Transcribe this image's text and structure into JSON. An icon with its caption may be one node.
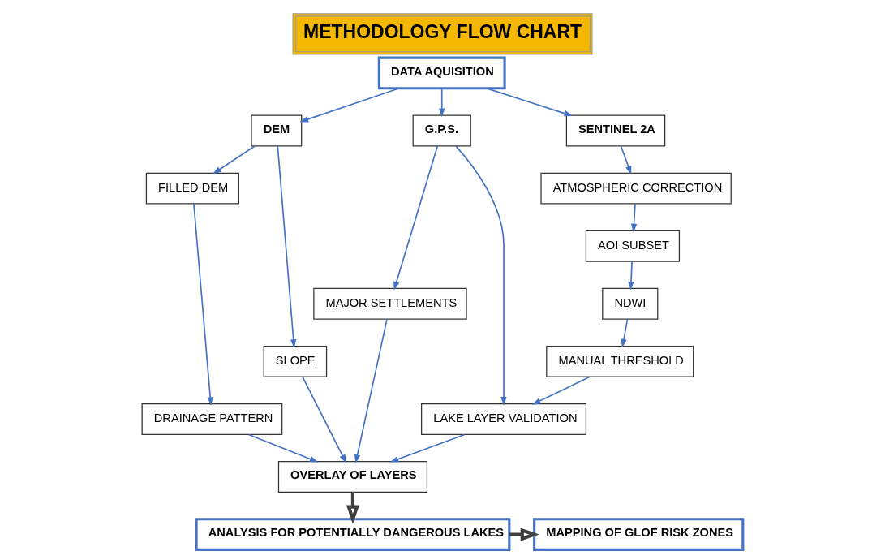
{
  "diagram": {
    "title": "METHODOLOGY FLOW CHART",
    "nodes": [
      {
        "text": [
          "DATA AQUISITION"
        ]
      },
      {
        "text": [
          "DEM"
        ]
      },
      {
        "text": [
          "G.P.S."
        ]
      },
      {
        "text": [
          "SENTINEL 2A"
        ]
      },
      {
        "text": [
          "FILLED DEM"
        ]
      },
      {
        "text": [
          "DRAINAGE PATTERN"
        ]
      },
      {
        "text": [
          "MAJOR SETTLEMENTS"
        ]
      },
      {
        "text": [
          "ATMOSPHERIC CORRECTION"
        ]
      },
      {
        "text": [
          "AOI SUBSET"
        ]
      },
      {
        "text": [
          "NDWI"
        ]
      },
      {
        "text": [
          "SLOPE"
        ]
      },
      {
        "text": [
          "OVERLAY OF LAYERS"
        ]
      },
      {
        "text": [
          "LAKE LAYER VALIDATION"
        ]
      },
      {
        "text": [
          "MANUAL THRESHOLD"
        ]
      },
      {
        "text": [
          "ANALYSIS FOR POTENTIALLY DANGEROUS LAKES"
        ]
      },
      {
        "text": [
          "MAPPING OF GLOF RISK ZONES"
        ]
      }
    ],
    "edges": [
      {
        "from": 0,
        "to": 1,
        "arrow": "to"
      },
      {
        "from": 0,
        "to": 2,
        "arrow": "to"
      },
      {
        "from": 0,
        "to": 3,
        "arrow": "to"
      },
      {
        "from": 1,
        "to": 4,
        "arrow": "to"
      },
      {
        "from": 1,
        "to": 10,
        "arrow": "to"
      },
      {
        "from": 4,
        "to": 5,
        "arrow": "to"
      },
      {
        "from": 5,
        "to": 11,
        "arrow": "to"
      },
      {
        "from": 2,
        "to": 6,
        "arrow": "to"
      },
      {
        "from": 2,
        "to": 12,
        "arrow": "to"
      },
      {
        "from": 6,
        "to": 11,
        "arrow": "to"
      },
      {
        "from": 10,
        "to": 11,
        "arrow": "to"
      },
      {
        "from": 3,
        "to": 7,
        "arrow": "to"
      },
      {
        "from": 7,
        "to": 8,
        "arrow": "to"
      },
      {
        "from": 8,
        "to": 9,
        "arrow": "to"
      },
      {
        "from": 9,
        "to": 13,
        "arrow": "to"
      },
      {
        "from": 13,
        "to": 12,
        "arrow": "to"
      },
      {
        "from": 12,
        "to": 11,
        "arrow": "to"
      },
      {
        "from": 11,
        "to": 14,
        "arrow": "to",
        "style": "thick",
        "color": "#404040"
      },
      {
        "from": 14,
        "to": 15,
        "arrow": "to",
        "style": "thick",
        "color": "#404040"
      }
    ]
  }
}
